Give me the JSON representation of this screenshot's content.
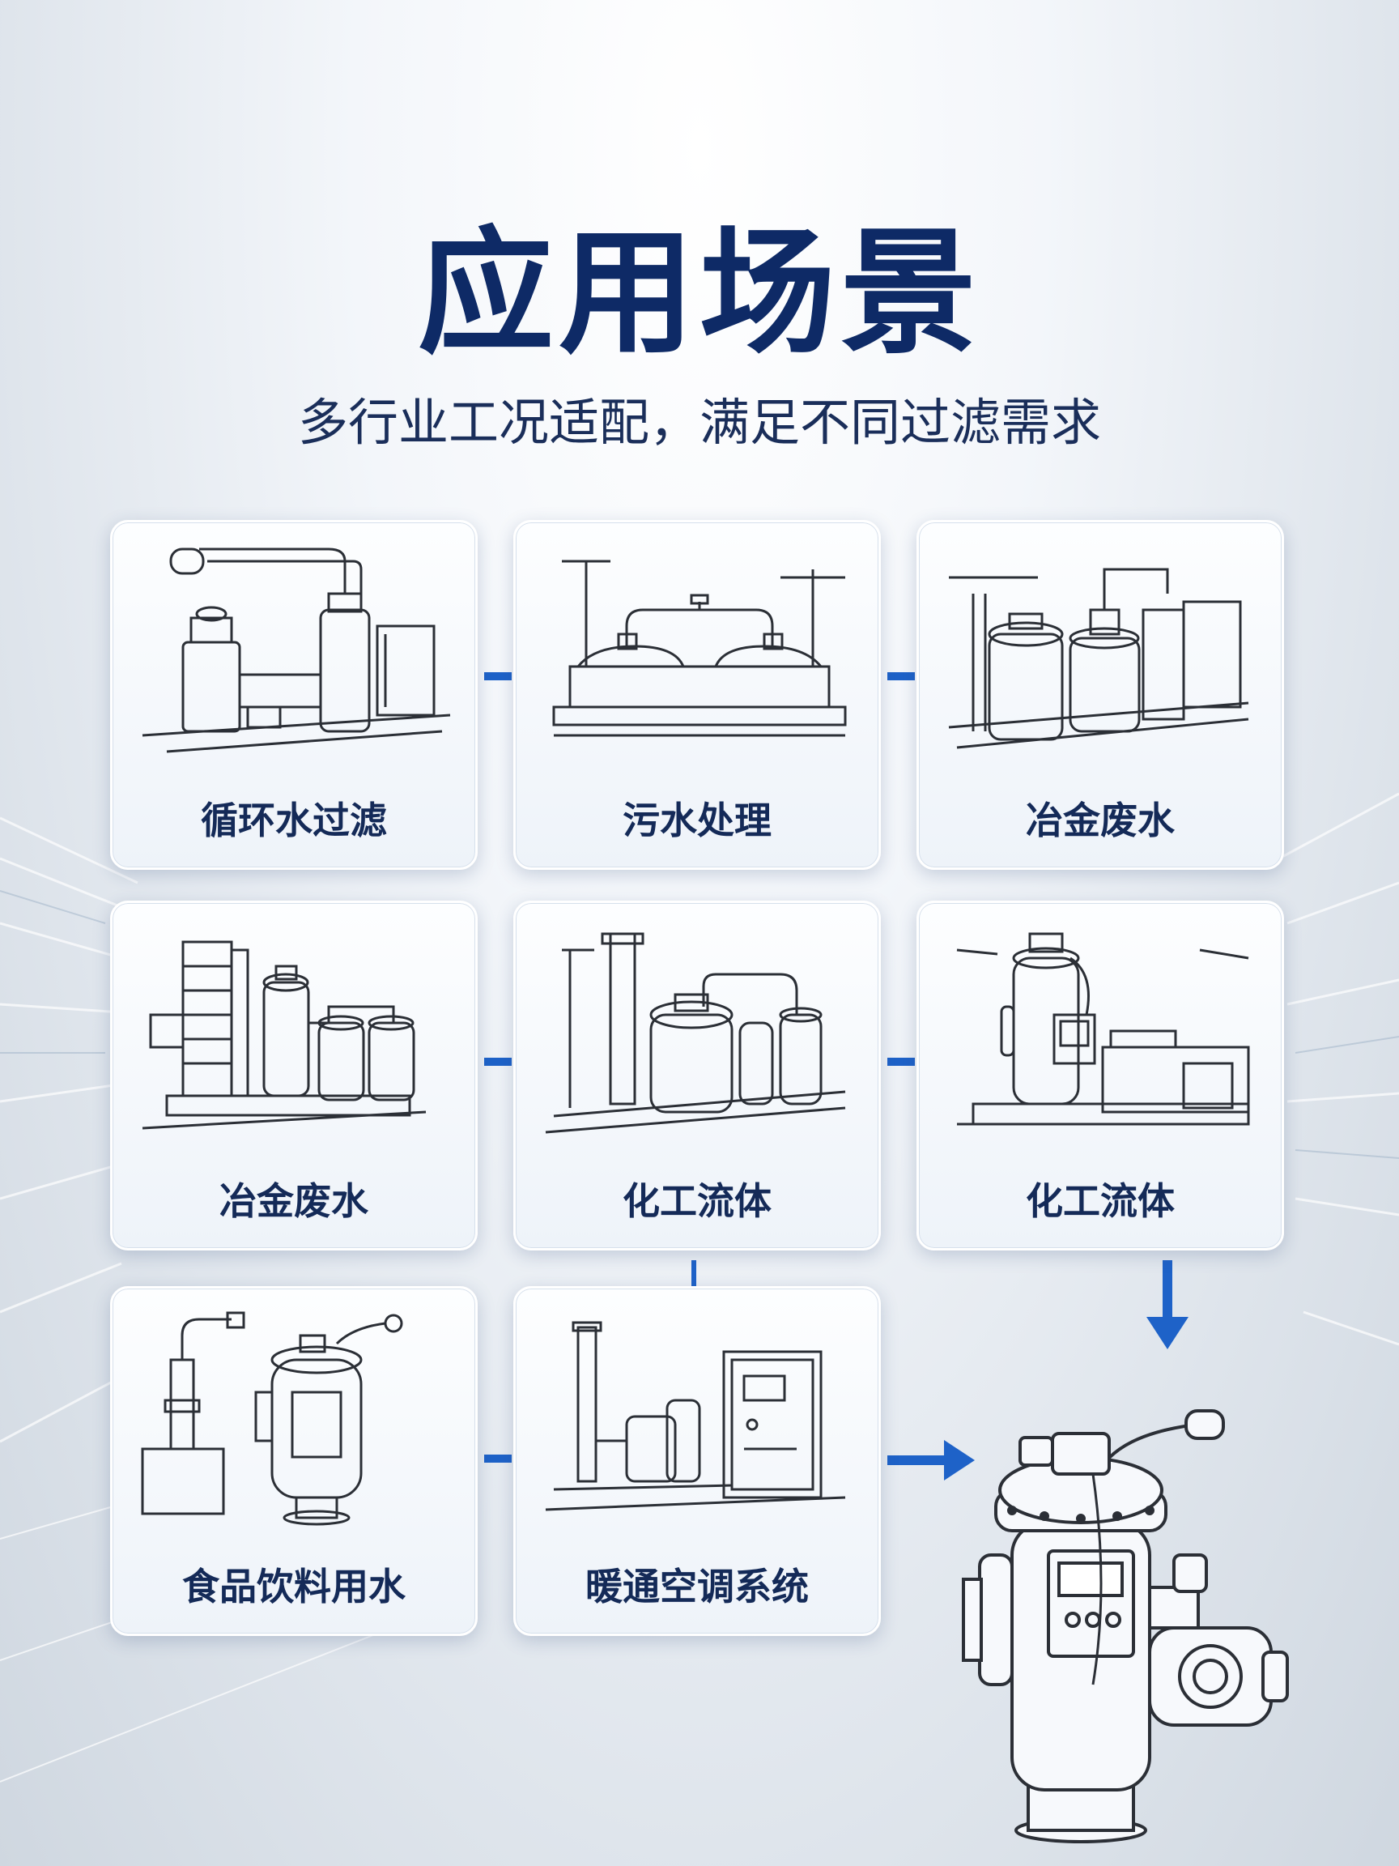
{
  "header": {
    "title": "应用场景",
    "subtitle": "多行业工况适配，满足不同过滤需求"
  },
  "cards": [
    {
      "label": "循环水过滤",
      "icon": "circulating-water-equipment-icon"
    },
    {
      "label": "污水处理",
      "icon": "sewage-treatment-equipment-icon"
    },
    {
      "label": "冶金废水",
      "icon": "metallurgy-tanks-icon"
    },
    {
      "label": "冶金废水",
      "icon": "metallurgy-column-icon"
    },
    {
      "label": "化工流体",
      "icon": "chemical-tanks-icon"
    },
    {
      "label": "化工流体",
      "icon": "chemical-filter-skid-icon"
    },
    {
      "label": "食品饮料用水",
      "icon": "food-beverage-filter-icon"
    },
    {
      "label": "暖通空调系统",
      "icon": "hvac-control-cabinet-icon"
    }
  ],
  "colors": {
    "title": "#0e2a66",
    "accent": "#1e62c8",
    "label": "#142a58",
    "line_art": "#2b2f36"
  },
  "product": {
    "icon": "self-cleaning-filter-icon"
  }
}
